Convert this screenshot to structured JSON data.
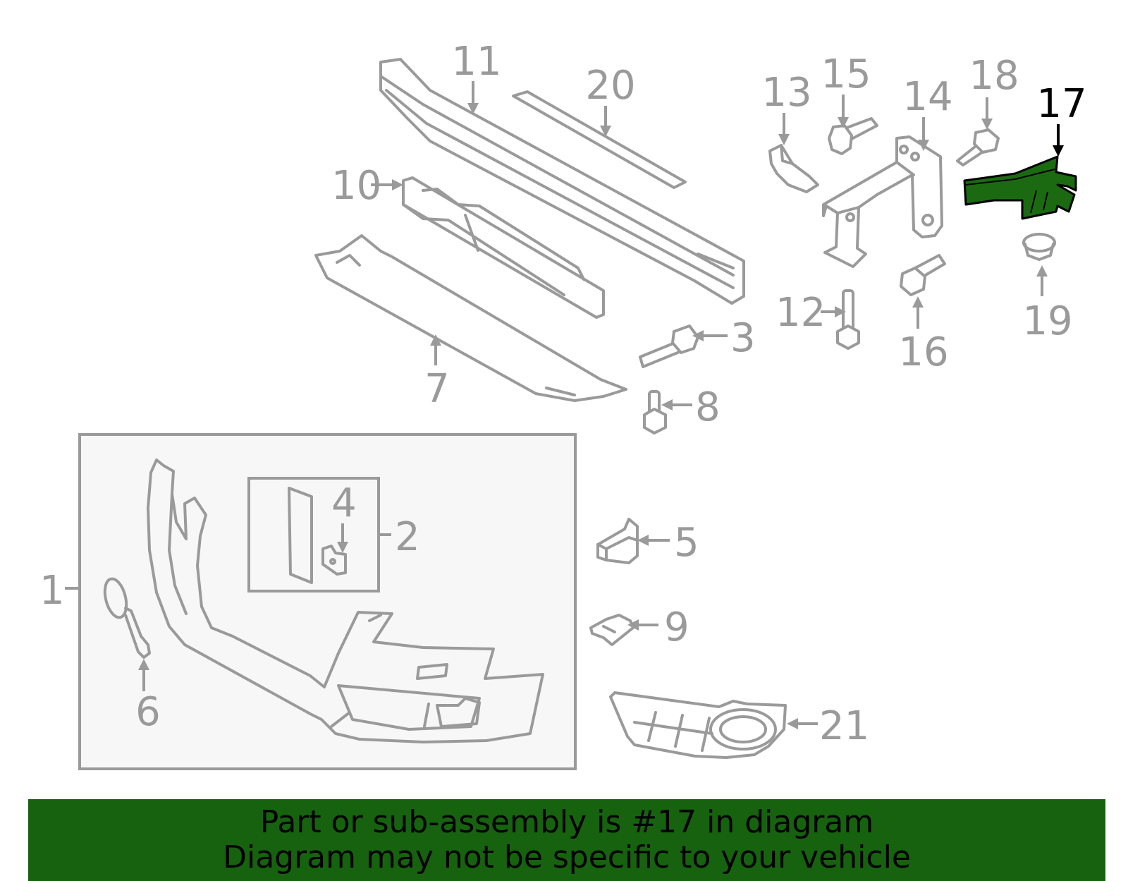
{
  "diagram": {
    "highlight_color": "#1b6a12",
    "line_color": "#9a9a9a",
    "callouts": [
      {
        "id": "1",
        "label": "1"
      },
      {
        "id": "2",
        "label": "2"
      },
      {
        "id": "3",
        "label": "3"
      },
      {
        "id": "4",
        "label": "4"
      },
      {
        "id": "5",
        "label": "5"
      },
      {
        "id": "6",
        "label": "6"
      },
      {
        "id": "7",
        "label": "7"
      },
      {
        "id": "8",
        "label": "8"
      },
      {
        "id": "9",
        "label": "9"
      },
      {
        "id": "10",
        "label": "10"
      },
      {
        "id": "11",
        "label": "11"
      },
      {
        "id": "12",
        "label": "12"
      },
      {
        "id": "13",
        "label": "13"
      },
      {
        "id": "14",
        "label": "14"
      },
      {
        "id": "15",
        "label": "15"
      },
      {
        "id": "16",
        "label": "16"
      },
      {
        "id": "17",
        "label": "17",
        "highlighted": true
      },
      {
        "id": "18",
        "label": "18"
      },
      {
        "id": "19",
        "label": "19"
      },
      {
        "id": "20",
        "label": "20"
      },
      {
        "id": "21",
        "label": "21"
      }
    ]
  },
  "footer": {
    "line1": "Part or sub-assembly is #17 in diagram",
    "line2": "Diagram may not be specific to your vehicle",
    "background": "#16620f"
  }
}
